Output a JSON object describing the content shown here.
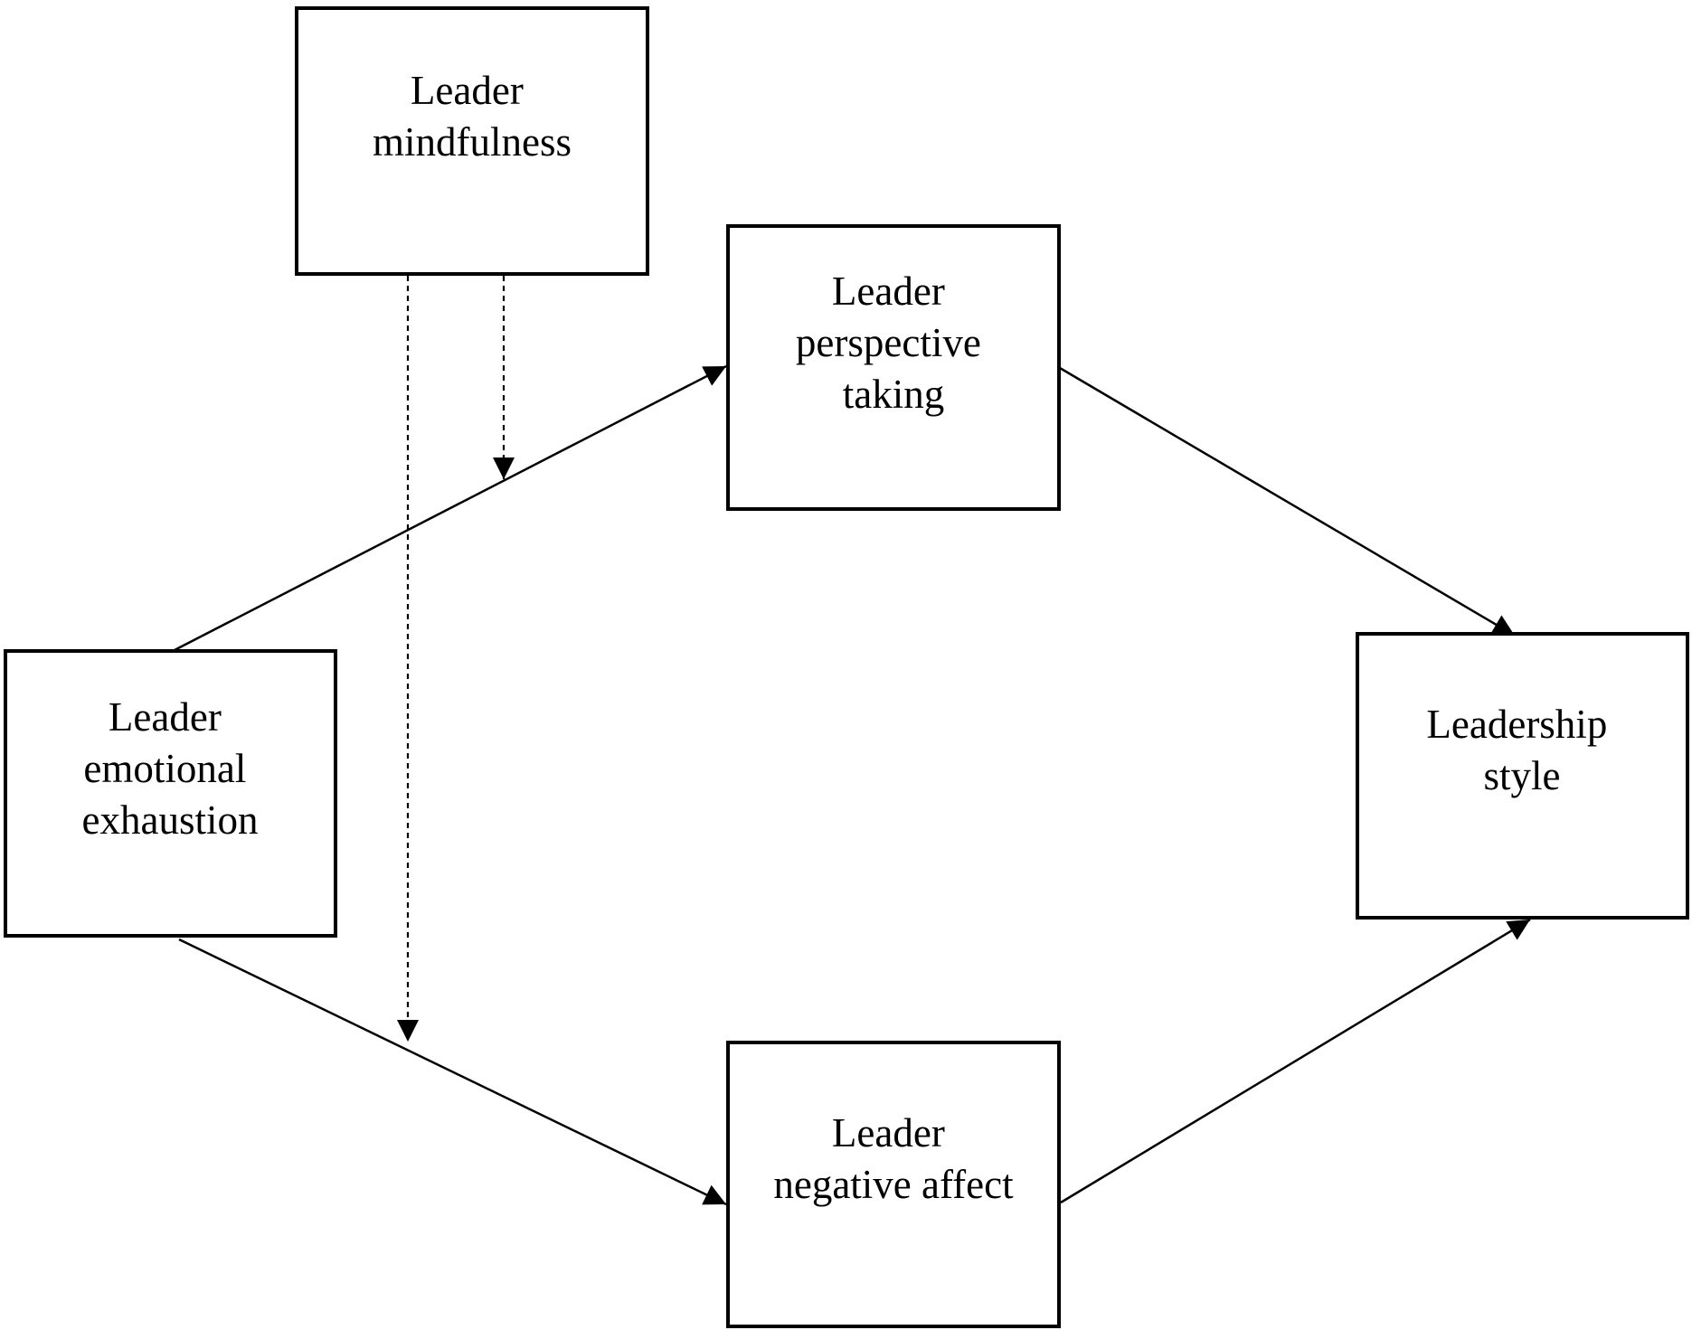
{
  "diagram": {
    "colors": {
      "stroke": "#000000",
      "background": "#ffffff"
    },
    "nodes": {
      "mindfulness": {
        "line1": "Leader",
        "line2": "mindfulness"
      },
      "perspective_taking": {
        "line1": "Leader",
        "line2": "perspective",
        "line3": "taking"
      },
      "emotional_exhaustion": {
        "line1": "Leader",
        "line2": "emotional",
        "line3": "exhaustion"
      },
      "leadership_style": {
        "line1": "Leadership",
        "line2": "style"
      },
      "negative_affect": {
        "line1": "Leader",
        "line2": "negative affect"
      }
    },
    "edges": [
      {
        "from": "emotional_exhaustion",
        "to": "perspective_taking",
        "style": "solid"
      },
      {
        "from": "emotional_exhaustion",
        "to": "negative_affect",
        "style": "solid"
      },
      {
        "from": "perspective_taking",
        "to": "leadership_style",
        "style": "solid"
      },
      {
        "from": "negative_affect",
        "to": "leadership_style",
        "style": "solid"
      },
      {
        "from": "mindfulness",
        "to": "edge:emotional_exhaustion-perspective_taking",
        "style": "dashed"
      },
      {
        "from": "mindfulness",
        "to": "edge:emotional_exhaustion-negative_affect",
        "style": "dashed"
      }
    ]
  }
}
